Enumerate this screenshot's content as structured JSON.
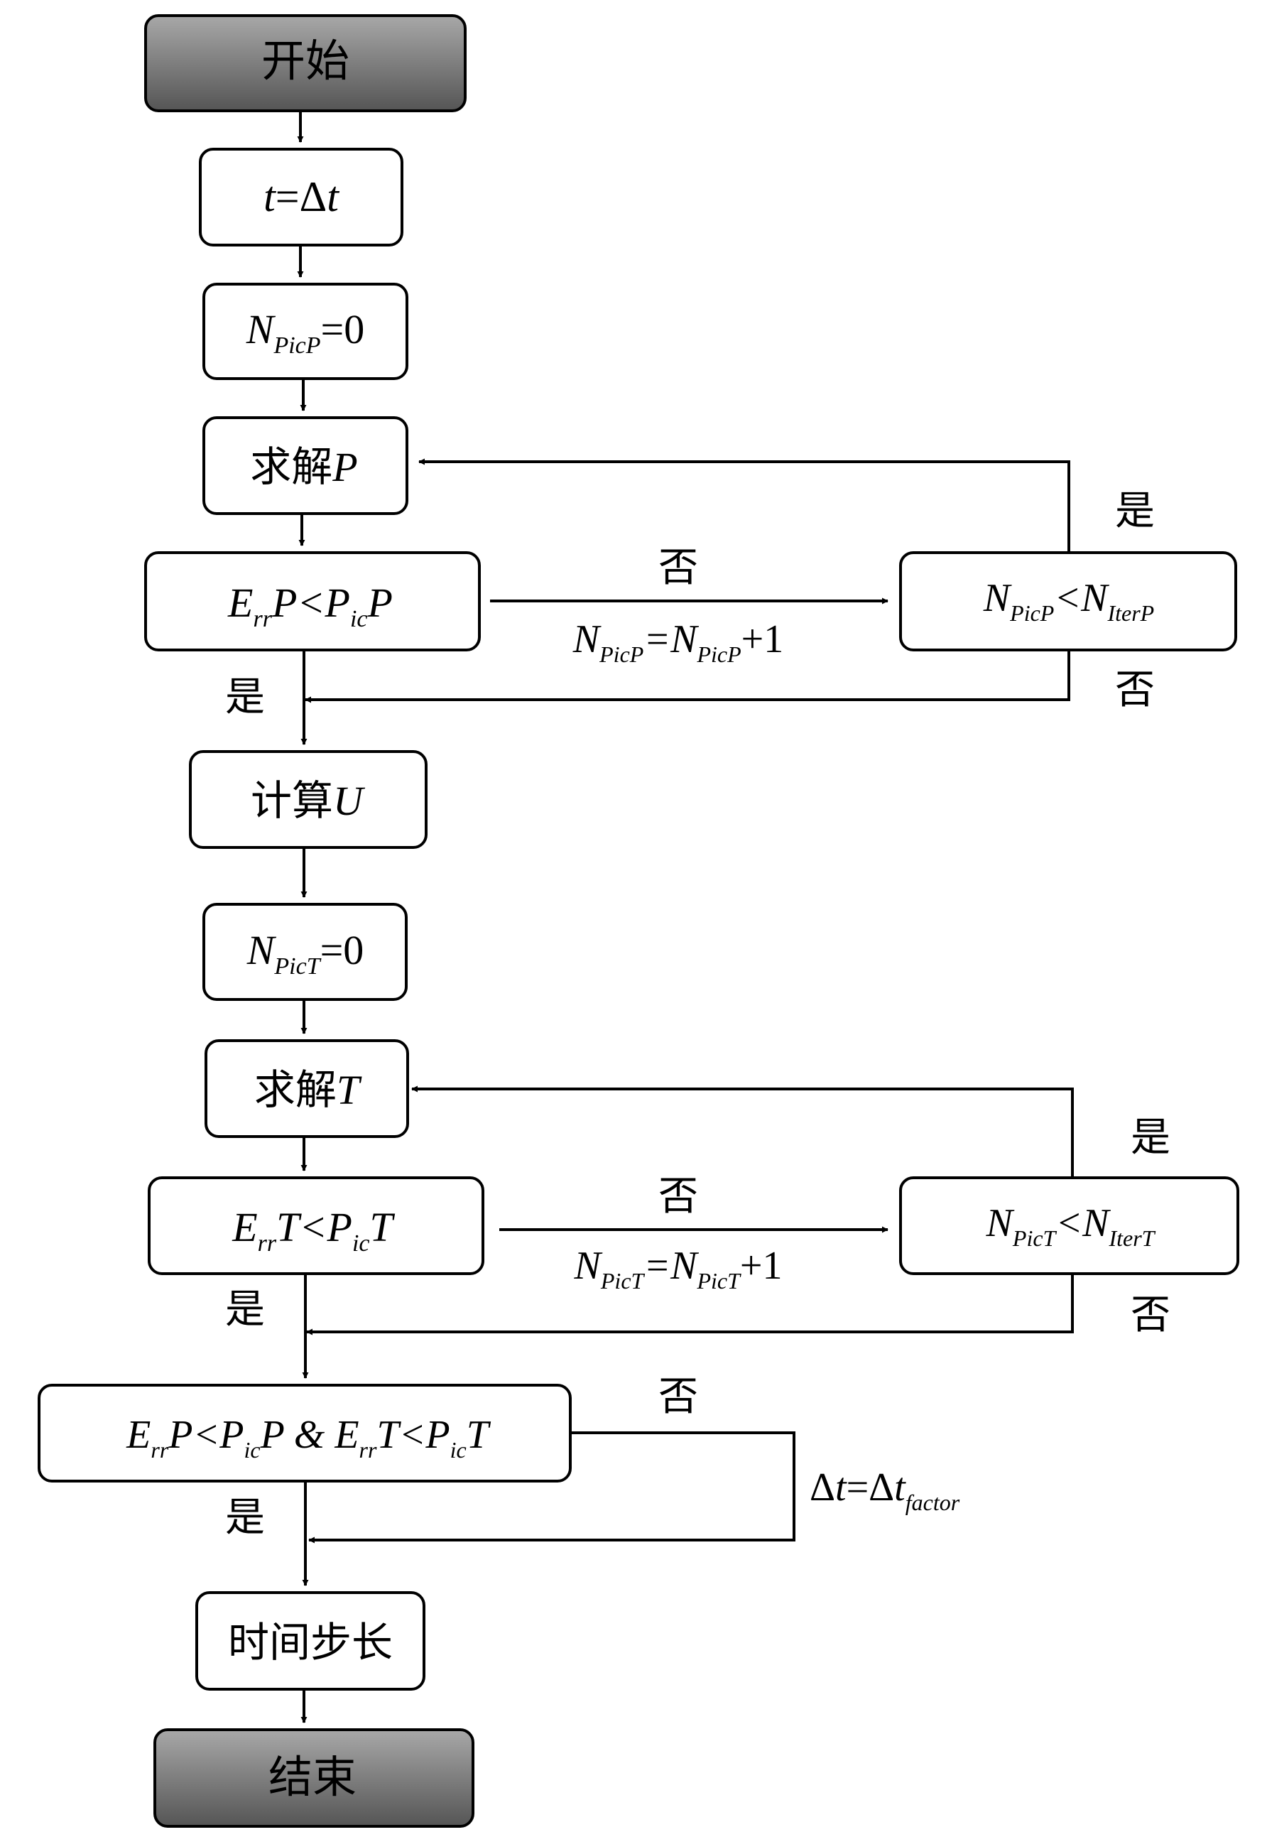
{
  "colors": {
    "line": "#000000",
    "box_fill": "#ffffff",
    "terminal_fill_top": "#9a9a9a",
    "terminal_fill_bottom": "#5a5a5a"
  },
  "nodes": {
    "start": "开始",
    "init_t": {
      "lhs": "t",
      "eq": "=Δ",
      "rhs": "t"
    },
    "npicp_zero": {
      "base": "N",
      "sub": "PicP",
      "tail": "=0"
    },
    "solve_p": {
      "cjk": "求解",
      "var": "P"
    },
    "check_p": {
      "e": "E",
      "rr": "rr",
      "lt": "P<P",
      "ic": "ic",
      "end": "P"
    },
    "iter_p": {
      "n1": "N",
      "s1": "PicP",
      "lt": "<N",
      "s2": "IterP"
    },
    "calc_u": {
      "cjk": "计算",
      "var": "U"
    },
    "npict_zero": {
      "base": "N",
      "sub": "PicT",
      "tail": "=0"
    },
    "solve_t": {
      "cjk": "求解",
      "var": "T"
    },
    "check_t": {
      "e": "E",
      "rr": "rr",
      "lt": "T<P",
      "ic": "ic",
      "end": "T"
    },
    "iter_t": {
      "n1": "N",
      "s1": "PicT",
      "lt": "<N",
      "s2": "IterT"
    },
    "check_both": {
      "a_e": "E",
      "a_rr": "rr",
      "a_lt": "P<P",
      "a_ic": "ic",
      "a_end": "P",
      "amp": " & ",
      "b_e": "E",
      "b_rr": "rr",
      "b_lt": "T<P",
      "b_ic": "ic",
      "b_end": "T"
    },
    "time_step": "时间步长",
    "end": "结束"
  },
  "edge_labels": {
    "yes": "是",
    "no": "否",
    "incr_p": {
      "n1": "N",
      "s1": "PicP",
      "eq": "=N",
      "s2": "PicP",
      "tail": "+1"
    },
    "incr_t": {
      "n1": "N",
      "s1": "PicT",
      "eq": "=N",
      "s2": "PicT",
      "tail": "+1"
    },
    "dt_factor": {
      "d1": "Δ",
      "t1": "t",
      "eq": "=Δ",
      "t2": "t",
      "sub": "factor"
    }
  }
}
